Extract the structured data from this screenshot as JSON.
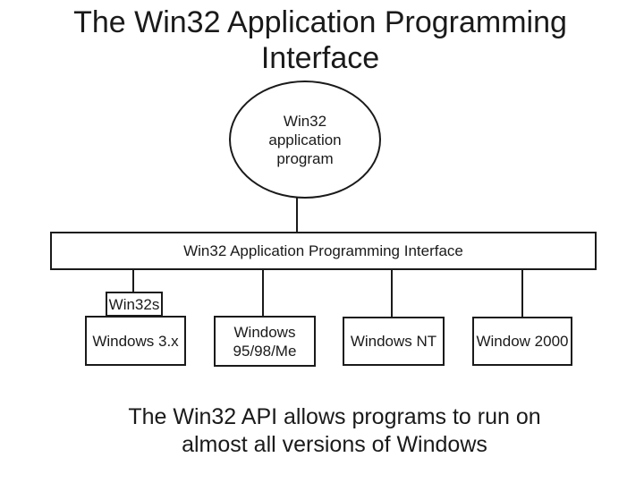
{
  "slide": {
    "title": {
      "line1": "The Win32 Application Programming",
      "line2": "Interface"
    },
    "caption": {
      "line1": "The Win32 API allows programs to run on",
      "line2": "almost all versions of Windows"
    }
  },
  "diagram": {
    "ellipse_label": "Win32\napplication\nprogram",
    "api_bar_label": "Win32 Application Programming Interface",
    "win32s_label": "Win32s",
    "os_boxes": [
      "Windows 3.x",
      "Windows\n95/98/Me",
      "Windows NT",
      "Window 2000"
    ],
    "colors": {
      "stroke": "#1a1a1a",
      "background": "#ffffff"
    }
  }
}
